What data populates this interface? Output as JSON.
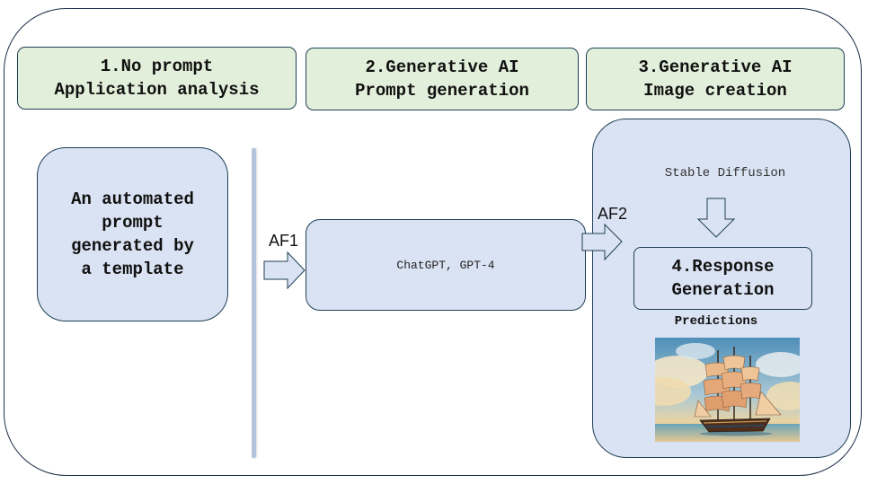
{
  "stages": [
    {
      "label": "1.No prompt\nApplication analysis"
    },
    {
      "label": "2.Generative AI\nPrompt generation"
    },
    {
      "label": "3.Generative AI\nImage creation"
    }
  ],
  "automated_box": {
    "label": "An automated\nprompt\ngenerated by\na template"
  },
  "chat_box": {
    "label": "ChatGPT, GPT-4"
  },
  "image_panel": {
    "model_label": "Stable Diffusion",
    "response_label": "4.Response\nGeneration",
    "predictions_label": "Predictions",
    "image_icon": "sailing-ship-painting"
  },
  "arrows": {
    "af1_label": "AF1",
    "af2_label": "AF2"
  },
  "colors": {
    "stage_fill": "#e2efda",
    "box_fill": "#dae3f3",
    "outline": "#1f3f55"
  }
}
